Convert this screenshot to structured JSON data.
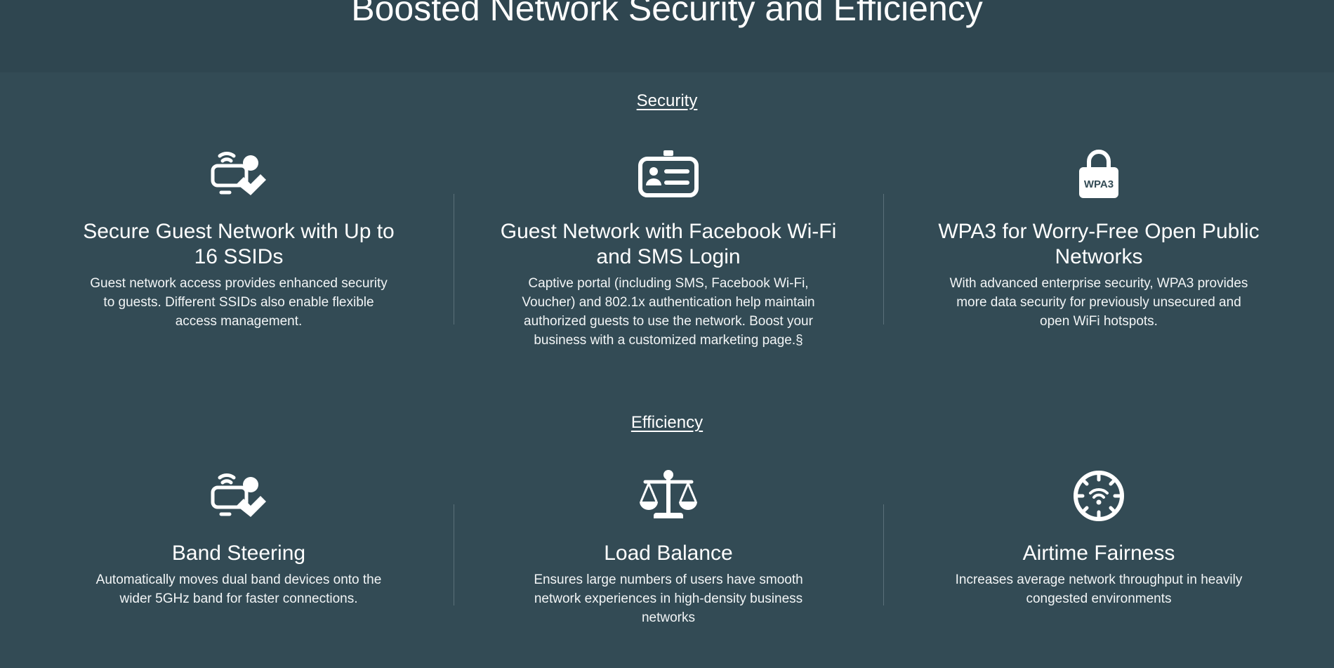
{
  "hero": {
    "title": "Boosted Network Security and Efficiency"
  },
  "sections": {
    "security": {
      "heading": "Security",
      "features": [
        {
          "icon": "guest-network-icon",
          "title": "Secure Guest Network with Up to 16 SSIDs",
          "description": "Guest network access provides enhanced security to guests. Different SSIDs also enable flexible access management."
        },
        {
          "icon": "id-card-icon",
          "title": "Guest Network with Facebook Wi-Fi and SMS Login",
          "description": "Captive portal (including SMS, Facebook Wi-Fi, Voucher) and 802.1x authentication help maintain authorized guests to use the network. Boost your business with a customized marketing page.§"
        },
        {
          "icon": "wpa3-lock-icon",
          "icon_text": "WPA3",
          "title": "WPA3 for Worry-Free Open Public Networks",
          "description": "With advanced enterprise security, WPA3 provides more data security for previously unsecured and open WiFi hotspots."
        }
      ]
    },
    "efficiency": {
      "heading": "Efficiency",
      "features": [
        {
          "icon": "band-steering-icon",
          "title": "Band Steering",
          "description": "Automatically moves dual band devices onto the wider 5GHz band for faster connections."
        },
        {
          "icon": "balance-scale-icon",
          "title": "Load Balance",
          "description": "Ensures large numbers of users have smooth network experiences in high-density business networks"
        },
        {
          "icon": "wifi-clock-icon",
          "title": "Airtime Fairness",
          "description": "Increases average network throughput in heavily congested environments"
        }
      ]
    }
  },
  "colors": {
    "background": "#334b55",
    "header_band": "#2f4650",
    "text": "#ffffff",
    "divider": "#5b7079"
  }
}
